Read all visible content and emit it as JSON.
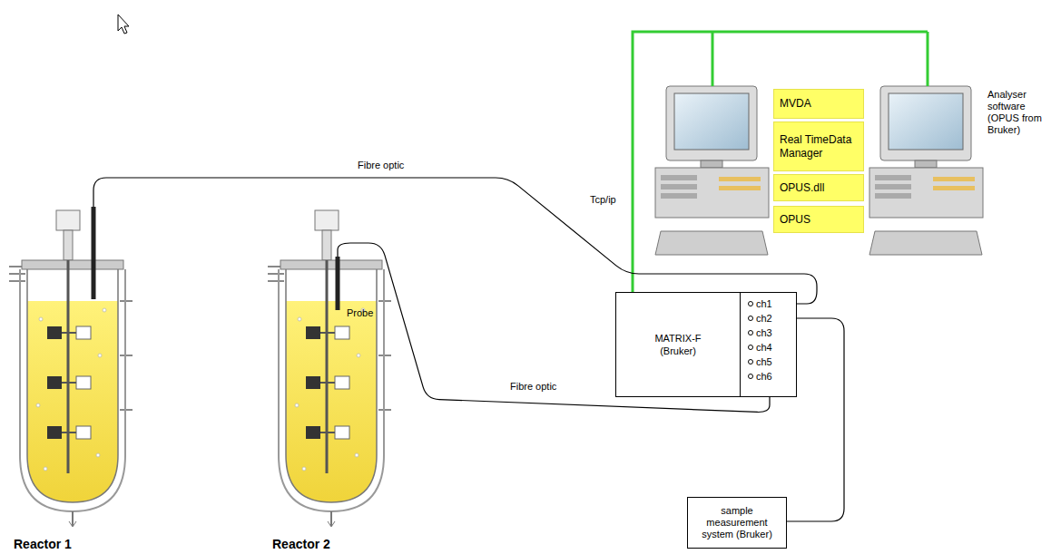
{
  "diagram": {
    "nodes": [
      {
        "text": [
          "Reactor 1"
        ]
      },
      {
        "text": [
          "Reactor 2"
        ]
      },
      {
        "text": [
          "MATRIX-F (Bruker)"
        ]
      },
      {
        "text": [
          "ch1",
          "ch2",
          "ch3",
          "ch4",
          "ch5",
          "ch6"
        ]
      },
      {
        "text": [
          "sample measurement system (Bruker)"
        ]
      },
      {
        "text": [
          "MVDA"
        ]
      },
      {
        "text": [
          "Real TimeData Manager"
        ]
      },
      {
        "text": [
          "OPUS.dll"
        ]
      },
      {
        "text": [
          "OPUS"
        ]
      }
    ],
    "edges": [
      {
        "from": 0,
        "to": 3,
        "label": "Fibre optic",
        "arrow": "none"
      },
      {
        "from": 1,
        "to": 3,
        "label": "Fibre optic",
        "arrow": "none"
      },
      {
        "from": 4,
        "to": 3,
        "arrow": "none"
      }
    ],
    "labels": [
      "Probe",
      "Tcp/ip",
      "Analyser software (OPUS from Bruker)"
    ]
  }
}
